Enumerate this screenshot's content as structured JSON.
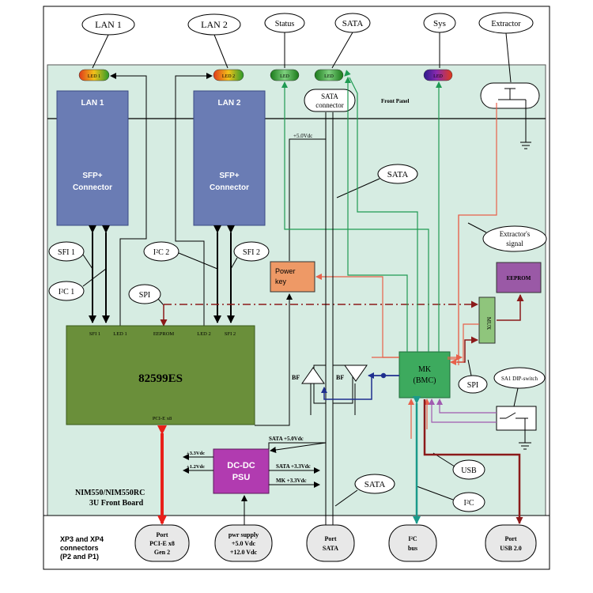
{
  "bubbles": {
    "lan1": "LAN 1",
    "lan2": "LAN 2",
    "status": "Status",
    "sata": "SATA",
    "sys": "Sys",
    "extractor": "Extractor"
  },
  "leds": {
    "led1": "LED 1",
    "led2": "LED 2",
    "status_led": "LED",
    "sata_led": "LED",
    "sys_led": "LED"
  },
  "front_panel": "Front Panel",
  "sata_connector": [
    "SATA",
    "connector"
  ],
  "sfp1": {
    "title": "LAN 1",
    "body": [
      "SFP+",
      "Connector"
    ]
  },
  "sfp2": {
    "title": "LAN 2",
    "body": [
      "SFP+",
      "Connector"
    ]
  },
  "callouts": {
    "sfi1": "SFI 1",
    "i2c1": "I²C 1",
    "i2c2": "I²C 2",
    "sfi2": "SFI 2",
    "spi_left": "SPI",
    "sata_mid": "SATA",
    "extractor_signal": [
      "Extractor's",
      "signal"
    ],
    "spi_right": "SPI",
    "sa1": "SA1 DIP-switch",
    "usb": "USB",
    "sata_low": "SATA",
    "i2c_low": "I²C"
  },
  "supply_5v": "+5.0Vdc",
  "power_key": [
    "Power",
    "key"
  ],
  "eeprom": "EEPROM",
  "mux": "MUX",
  "chip": {
    "name": "82599ES",
    "pins": [
      "SFI 1",
      "LED 1",
      "EEPROM",
      "LED 2",
      "SFI 2"
    ],
    "pcie": "PCI-E x8"
  },
  "bf": [
    "BF",
    "BF"
  ],
  "mk": [
    "MK",
    "(BMC)"
  ],
  "psu": {
    "title": [
      "DC-DC",
      "PSU"
    ],
    "in_label": "SATA +5.0Vdc",
    "out_left": [
      "+3.3Vdc",
      "+1.2Vdc"
    ],
    "out_right": [
      "SATA +3.3Vdc",
      "MK +3.3Vdc"
    ]
  },
  "board_name": [
    "NIM550/NIM550RC",
    "3U Front Board"
  ],
  "connectors_label": [
    "XP3 and XP4",
    "connectors",
    "(P2 and P1)"
  ],
  "ports": {
    "pcie": [
      "Port",
      "PCI-E x8",
      "Gen 2"
    ],
    "pwr": [
      "pwr supply",
      "+5.0 Vdc",
      "+12.0 Vdc"
    ],
    "sata": [
      "Port",
      "SATA"
    ],
    "i2c": [
      "I²C",
      "bus"
    ],
    "usb": [
      "Port",
      "USB 2.0"
    ]
  },
  "colors": {
    "board": "#d6ece2",
    "sfp": "#6a7cb4",
    "chip": "#6a8f3a",
    "power_key": "#ee9966",
    "eeprom": "#9a59a6",
    "mux": "#8fc57c",
    "mk": "#3daa5e",
    "psu": "#b13bb0",
    "green_line": "#1f9a52",
    "red_line": "#e8604a",
    "dark_red": "#8b1a1a",
    "blue_line": "#1f2f8f",
    "pcie_red": "#e8201a",
    "teal": "#1a9a8a",
    "purple": "#a05ab0"
  }
}
